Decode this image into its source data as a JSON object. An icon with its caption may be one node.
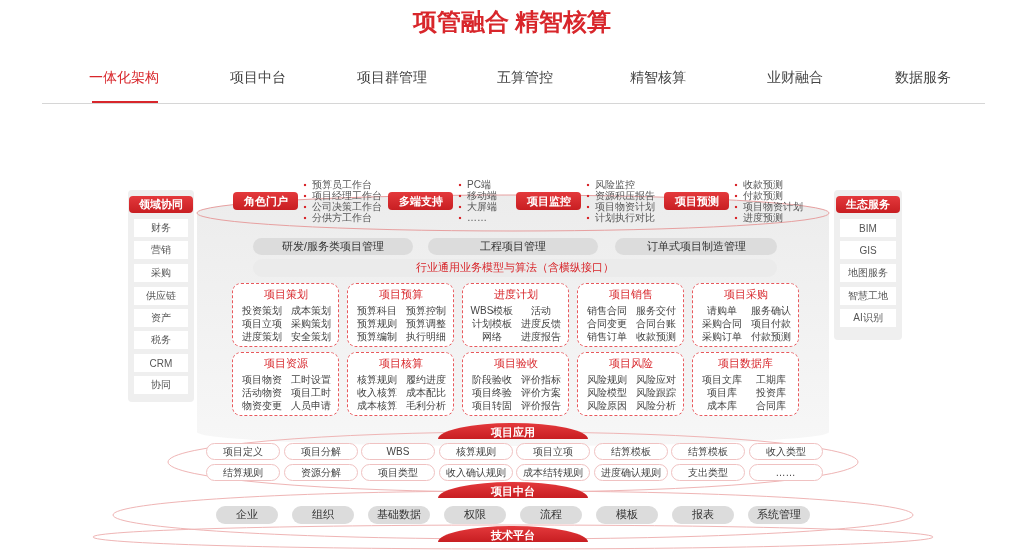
{
  "diagram": {
    "title": "项管融合 精智核算",
    "nodes": [
      {
        "text": [],
        "shape": "box"
      },
      {
        "text": [
          "领域协同"
        ],
        "in": 0
      },
      {
        "text": [
          "财务"
        ],
        "in": 0
      },
      {
        "text": [
          "营销"
        ],
        "in": 0
      },
      {
        "text": [
          "采购"
        ],
        "in": 0
      },
      {
        "text": [
          "供应链"
        ],
        "in": 0
      },
      {
        "text": [
          "资产"
        ],
        "in": 0
      },
      {
        "text": [
          "税务"
        ],
        "in": 0
      },
      {
        "text": [
          "CRM"
        ],
        "in": 0
      },
      {
        "text": [
          "协同"
        ],
        "in": 0
      },
      {
        "text": [],
        "shape": "box"
      },
      {
        "text": [
          "生态服务"
        ],
        "in": 10
      },
      {
        "text": [
          "BIM"
        ],
        "in": 10
      },
      {
        "text": [
          "GIS"
        ],
        "in": 10
      },
      {
        "text": [
          "地图服务"
        ],
        "in": 10
      },
      {
        "text": [
          "智慧工地"
        ],
        "in": 10
      },
      {
        "text": [
          "AI识别"
        ],
        "in": 10
      },
      {
        "text": [
          "角色门户"
        ],
        "beside": [
          "预算员工作台",
          "项目经理工作台",
          "公司决策工作台",
          "分供方工作台"
        ]
      },
      {
        "text": [
          "多端支持"
        ],
        "beside": [
          "PC端",
          "移动端",
          "大屏端",
          "……"
        ]
      },
      {
        "text": [
          "项目监控"
        ],
        "beside": [
          "风险监控",
          "资源积压报告",
          "项目物资计划",
          "计划执行对比"
        ]
      },
      {
        "text": [
          "项目预测"
        ],
        "beside": [
          "收款预测",
          "付款预测",
          "项目物资计划",
          "进度预测"
        ]
      },
      {
        "text": [
          "研发/服务类项目管理"
        ]
      },
      {
        "text": [
          "工程项目管理"
        ]
      },
      {
        "text": [
          "订单式项目制造管理"
        ]
      },
      {
        "text": [
          "行业通用业务模型与算法（含横纵接口）"
        ]
      },
      {
        "text": [
          "项目策划",
          "投资策划",
          "成本策划",
          "项目立项",
          "采购策划",
          "进度策划",
          "安全策划"
        ]
      },
      {
        "text": [
          "项目预算",
          "预算科目",
          "预算控制",
          "预算规则",
          "预算调整",
          "预算编制",
          "执行明细"
        ]
      },
      {
        "text": [
          "进度计划",
          "WBS模板",
          "活动",
          "计划模板",
          "进度反馈",
          "网络",
          "进度报告"
        ]
      },
      {
        "text": [
          "项目销售",
          "销售合同",
          "服务交付",
          "合同变更",
          "合同台账",
          "销售订单",
          "收款预测"
        ]
      },
      {
        "text": [
          "项目采购",
          "请购单",
          "服务确认",
          "采购合同",
          "项目付款",
          "采购订单",
          "付款预测"
        ]
      },
      {
        "text": [
          "项目资源",
          "项目物资",
          "工时设置",
          "活动物资",
          "项目工时",
          "物资变更",
          "人员申请"
        ]
      },
      {
        "text": [
          "项目核算",
          "核算规则",
          "履约进度",
          "收入核算",
          "成本配比",
          "成本核算",
          "毛利分析"
        ]
      },
      {
        "text": [
          "项目验收",
          "阶段验收",
          "评价指标",
          "项目终验",
          "评价方案",
          "项目转固",
          "评价报告"
        ]
      },
      {
        "text": [
          "项目风险",
          "风险规则",
          "风险应对",
          "风险模型",
          "风险跟踪",
          "风险原因",
          "风险分析"
        ]
      },
      {
        "text": [
          "项目数据库",
          "项目文库",
          "工期库",
          "项目库",
          "投资库",
          "成本库",
          "合同库"
        ]
      },
      {
        "text": [
          "项目应用"
        ]
      },
      {
        "text": [
          "项目定义"
        ]
      },
      {
        "text": [
          "项目分解"
        ]
      },
      {
        "text": [
          "WBS"
        ]
      },
      {
        "text": [
          "核算规则"
        ]
      },
      {
        "text": [
          "项目立项"
        ]
      },
      {
        "text": [
          "结算模板"
        ]
      },
      {
        "text": [
          "结算模板"
        ]
      },
      {
        "text": [
          "收入类型"
        ]
      },
      {
        "text": [
          "结算规则"
        ]
      },
      {
        "text": [
          "资源分解"
        ]
      },
      {
        "text": [
          "项目类型"
        ]
      },
      {
        "text": [
          "收入确认规则"
        ]
      },
      {
        "text": [
          "成本结转规则"
        ]
      },
      {
        "text": [
          "进度确认规则"
        ]
      },
      {
        "text": [
          "支出类型"
        ]
      },
      {
        "text": [
          "……"
        ]
      },
      {
        "text": [
          "项目中台"
        ]
      },
      {
        "text": [
          "企业"
        ]
      },
      {
        "text": [
          "组织"
        ]
      },
      {
        "text": [
          "基础数据"
        ]
      },
      {
        "text": [
          "权限"
        ]
      },
      {
        "text": [
          "流程"
        ]
      },
      {
        "text": [
          "模板"
        ]
      },
      {
        "text": [
          "报表"
        ]
      },
      {
        "text": [
          "系统管理"
        ]
      },
      {
        "text": [
          "技术平台"
        ]
      }
    ],
    "labels": [
      "一体化架构",
      "项目中台",
      "项目群管理",
      "五算管控",
      "精智核算",
      "业财融合",
      "数据服务"
    ]
  }
}
